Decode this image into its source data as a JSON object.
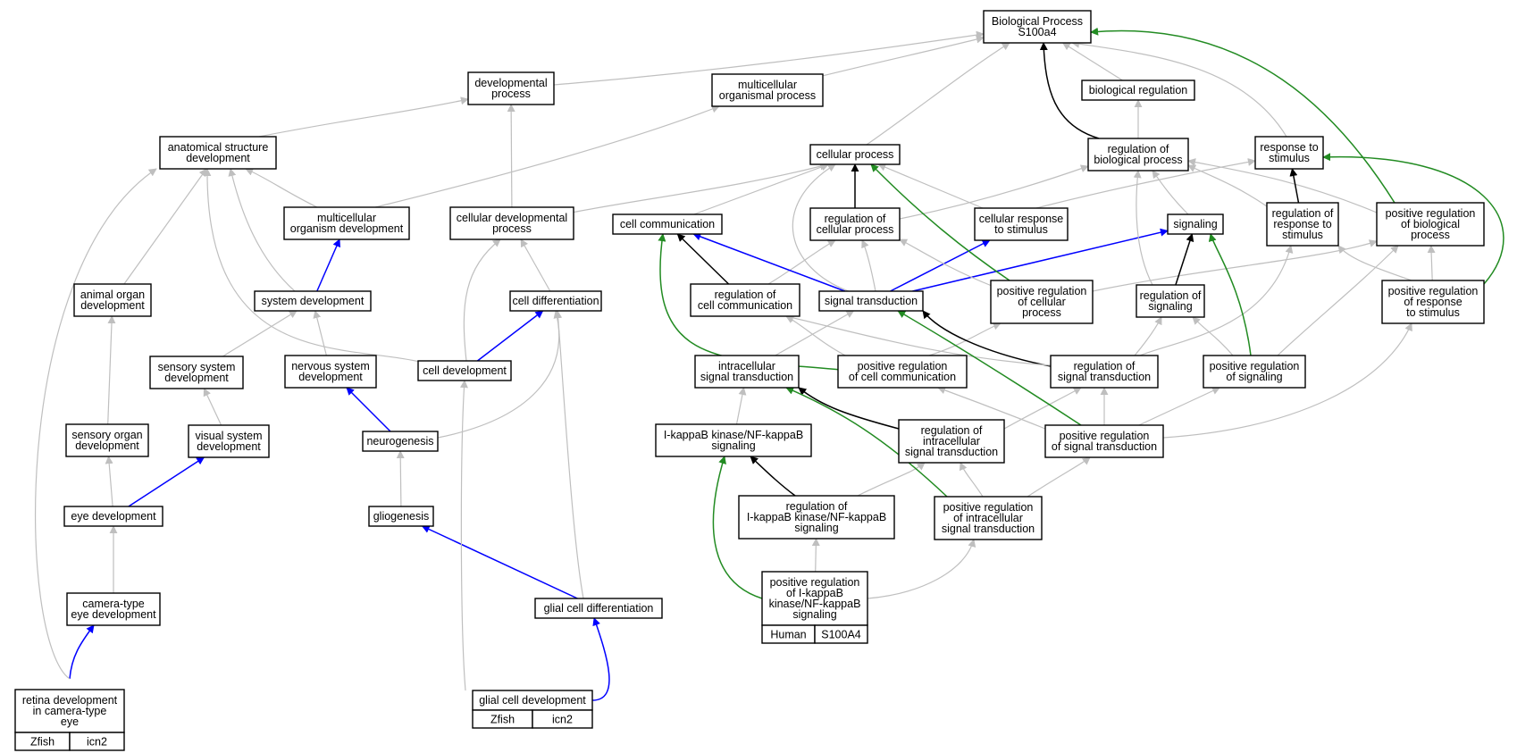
{
  "colors": {
    "is_a": "#bfbfbf",
    "part_of": "#0000ff",
    "regulates": "#000000",
    "positively_regulates": "#228b22",
    "zfish_cell": "#6495ed",
    "human_cell": "#f0604a"
  },
  "nodes": [
    {
      "id": "bp",
      "lines": [
        "Biological Process",
        "S100a4"
      ]
    },
    {
      "id": "devproc",
      "lines": [
        "developmental",
        "process"
      ]
    },
    {
      "id": "multiorg",
      "lines": [
        "multicellular",
        "organismal process"
      ]
    },
    {
      "id": "biolreg",
      "lines": [
        "biological regulation"
      ]
    },
    {
      "id": "anatdev",
      "lines": [
        "anatomical structure",
        "development"
      ]
    },
    {
      "id": "cellproc",
      "lines": [
        "cellular process"
      ]
    },
    {
      "id": "regbio",
      "lines": [
        "regulation of",
        "biological process"
      ]
    },
    {
      "id": "resp",
      "lines": [
        "response to",
        "stimulus"
      ]
    },
    {
      "id": "multiorgdev",
      "lines": [
        "multicellular",
        "organism development"
      ]
    },
    {
      "id": "celldevproc",
      "lines": [
        "cellular developmental",
        "process"
      ]
    },
    {
      "id": "cellcomm",
      "lines": [
        "cell communication"
      ]
    },
    {
      "id": "regcellproc",
      "lines": [
        "regulation of",
        "cellular process"
      ]
    },
    {
      "id": "cellresp",
      "lines": [
        "cellular response",
        "to stimulus"
      ]
    },
    {
      "id": "signaling",
      "lines": [
        "signaling"
      ]
    },
    {
      "id": "regresp",
      "lines": [
        "regulation of",
        "response to",
        "stimulus"
      ]
    },
    {
      "id": "posregbio",
      "lines": [
        "positive regulation",
        "of biological",
        "process"
      ]
    },
    {
      "id": "animorg",
      "lines": [
        "animal organ",
        "development"
      ]
    },
    {
      "id": "sysdev",
      "lines": [
        "system development"
      ]
    },
    {
      "id": "celldiff",
      "lines": [
        "cell differentiation"
      ]
    },
    {
      "id": "regcellcomm",
      "lines": [
        "regulation of",
        "cell communication"
      ]
    },
    {
      "id": "sigtrans",
      "lines": [
        "signal transduction"
      ]
    },
    {
      "id": "posregcellproc",
      "lines": [
        "positive regulation",
        "of cellular",
        "process"
      ]
    },
    {
      "id": "regsig",
      "lines": [
        "regulation of",
        "signaling"
      ]
    },
    {
      "id": "posregresp",
      "lines": [
        "positive regulation",
        "of response",
        "to stimulus"
      ]
    },
    {
      "id": "sensys",
      "lines": [
        "sensory system",
        "development"
      ]
    },
    {
      "id": "nervsys",
      "lines": [
        "nervous system",
        "development"
      ]
    },
    {
      "id": "celldev",
      "lines": [
        "cell development"
      ]
    },
    {
      "id": "intrasig",
      "lines": [
        "intracellular",
        "signal transduction"
      ]
    },
    {
      "id": "posregcellcomm",
      "lines": [
        "positive regulation",
        "of cell communication"
      ]
    },
    {
      "id": "regsigtrans",
      "lines": [
        "regulation of",
        "signal transduction"
      ]
    },
    {
      "id": "posregsig",
      "lines": [
        "positive regulation",
        "of signaling"
      ]
    },
    {
      "id": "sensorg",
      "lines": [
        "sensory organ",
        "development"
      ]
    },
    {
      "id": "vissys",
      "lines": [
        "visual system",
        "development"
      ]
    },
    {
      "id": "neurog",
      "lines": [
        "neurogenesis"
      ]
    },
    {
      "id": "ikk",
      "lines": [
        "I-kappaB kinase/NF-kappaB",
        "signaling"
      ]
    },
    {
      "id": "regintra",
      "lines": [
        "regulation of",
        "intracellular",
        "signal transduction"
      ]
    },
    {
      "id": "posregsigtrans",
      "lines": [
        "positive regulation",
        "of signal transduction"
      ]
    },
    {
      "id": "eyedev",
      "lines": [
        "eye development"
      ]
    },
    {
      "id": "gliog",
      "lines": [
        "gliogenesis"
      ]
    },
    {
      "id": "regikk",
      "lines": [
        "regulation of",
        "I-kappaB kinase/NF-kappaB",
        "signaling"
      ]
    },
    {
      "id": "posregintra",
      "lines": [
        "positive regulation",
        "of intracellular",
        "signal transduction"
      ]
    },
    {
      "id": "camera",
      "lines": [
        "camera-type",
        "eye development"
      ]
    },
    {
      "id": "glialdiff",
      "lines": [
        "glial cell differentiation"
      ]
    },
    {
      "id": "posregikk",
      "lines": [
        "positive regulation",
        "of I-kappaB",
        "kinase/NF-kappaB",
        "signaling"
      ],
      "tags": [
        {
          "label": "Human",
          "kind": "human_cell"
        },
        {
          "label": "S100A4",
          "kind": "human_cell"
        }
      ]
    },
    {
      "id": "retina",
      "lines": [
        "retina development",
        "in camera-type",
        "eye"
      ],
      "tags": [
        {
          "label": "Zfish",
          "kind": "zfish_cell"
        },
        {
          "label": "icn2",
          "kind": "zfish_cell"
        }
      ]
    },
    {
      "id": "glialdev",
      "lines": [
        "glial cell development"
      ],
      "tags": [
        {
          "label": "Zfish",
          "kind": "zfish_cell"
        },
        {
          "label": "icn2",
          "kind": "zfish_cell"
        }
      ]
    }
  ],
  "edges": [
    {
      "from": "devproc",
      "to": "bp",
      "kind": "is_a"
    },
    {
      "from": "multiorg",
      "to": "bp",
      "kind": "is_a"
    },
    {
      "from": "biolreg",
      "to": "bp",
      "kind": "is_a"
    },
    {
      "from": "cellproc",
      "to": "bp",
      "kind": "is_a"
    },
    {
      "from": "regbio",
      "to": "bp",
      "kind": "regulates"
    },
    {
      "from": "regbio",
      "to": "biolreg",
      "kind": "is_a"
    },
    {
      "from": "resp",
      "to": "bp",
      "kind": "is_a"
    },
    {
      "from": "posregbio",
      "to": "bp",
      "kind": "positively_regulates"
    },
    {
      "from": "posregbio",
      "to": "regbio",
      "kind": "is_a"
    },
    {
      "from": "anatdev",
      "to": "devproc",
      "kind": "is_a"
    },
    {
      "from": "multiorgdev",
      "to": "multiorg",
      "kind": "is_a"
    },
    {
      "from": "multiorgdev",
      "to": "anatdev",
      "kind": "is_a"
    },
    {
      "from": "celldevproc",
      "to": "devproc",
      "kind": "is_a"
    },
    {
      "from": "celldevproc",
      "to": "cellproc",
      "kind": "is_a"
    },
    {
      "from": "cellcomm",
      "to": "cellproc",
      "kind": "is_a"
    },
    {
      "from": "regcellproc",
      "to": "cellproc",
      "kind": "regulates"
    },
    {
      "from": "regcellproc",
      "to": "regbio",
      "kind": "is_a"
    },
    {
      "from": "cellresp",
      "to": "cellproc",
      "kind": "is_a"
    },
    {
      "from": "cellresp",
      "to": "resp",
      "kind": "is_a"
    },
    {
      "from": "signaling",
      "to": "regbio",
      "kind": "is_a"
    },
    {
      "from": "regresp",
      "to": "resp",
      "kind": "regulates"
    },
    {
      "from": "regresp",
      "to": "regbio",
      "kind": "is_a"
    },
    {
      "from": "posregresp",
      "to": "resp",
      "kind": "positively_regulates"
    },
    {
      "from": "posregresp",
      "to": "regresp",
      "kind": "is_a"
    },
    {
      "from": "posregresp",
      "to": "posregbio",
      "kind": "is_a"
    },
    {
      "from": "animorg",
      "to": "anatdev",
      "kind": "is_a"
    },
    {
      "from": "sysdev",
      "to": "anatdev",
      "kind": "is_a"
    },
    {
      "from": "sysdev",
      "to": "multiorgdev",
      "kind": "part_of"
    },
    {
      "from": "celldiff",
      "to": "celldevproc",
      "kind": "is_a"
    },
    {
      "from": "regcellcomm",
      "to": "cellcomm",
      "kind": "regulates"
    },
    {
      "from": "regcellcomm",
      "to": "regcellproc",
      "kind": "is_a"
    },
    {
      "from": "sigtrans",
      "to": "cellcomm",
      "kind": "part_of"
    },
    {
      "from": "sigtrans",
      "to": "cellresp",
      "kind": "part_of"
    },
    {
      "from": "sigtrans",
      "to": "signaling",
      "kind": "part_of"
    },
    {
      "from": "sigtrans",
      "to": "cellproc",
      "kind": "is_a"
    },
    {
      "from": "sigtrans",
      "to": "regcellproc",
      "kind": "is_a"
    },
    {
      "from": "posregcellproc",
      "to": "cellproc",
      "kind": "positively_regulates"
    },
    {
      "from": "posregcellproc",
      "to": "regcellproc",
      "kind": "is_a"
    },
    {
      "from": "posregcellproc",
      "to": "posregbio",
      "kind": "is_a"
    },
    {
      "from": "regsig",
      "to": "signaling",
      "kind": "regulates"
    },
    {
      "from": "regsig",
      "to": "regbio",
      "kind": "is_a"
    },
    {
      "from": "sensys",
      "to": "sysdev",
      "kind": "is_a"
    },
    {
      "from": "nervsys",
      "to": "sysdev",
      "kind": "is_a"
    },
    {
      "from": "celldev",
      "to": "celldevproc",
      "kind": "is_a"
    },
    {
      "from": "celldev",
      "to": "celldiff",
      "kind": "part_of"
    },
    {
      "from": "celldev",
      "to": "anatdev",
      "kind": "is_a"
    },
    {
      "from": "intrasig",
      "to": "sigtrans",
      "kind": "is_a"
    },
    {
      "from": "posregcellcomm",
      "to": "cellcomm",
      "kind": "positively_regulates"
    },
    {
      "from": "posregcellcomm",
      "to": "regcellcomm",
      "kind": "is_a"
    },
    {
      "from": "posregcellcomm",
      "to": "posregcellproc",
      "kind": "is_a"
    },
    {
      "from": "regsigtrans",
      "to": "sigtrans",
      "kind": "regulates"
    },
    {
      "from": "regsigtrans",
      "to": "regsig",
      "kind": "is_a"
    },
    {
      "from": "regsigtrans",
      "to": "regcellcomm",
      "kind": "is_a"
    },
    {
      "from": "regsigtrans",
      "to": "regresp",
      "kind": "is_a"
    },
    {
      "from": "posregsig",
      "to": "signaling",
      "kind": "positively_regulates"
    },
    {
      "from": "posregsig",
      "to": "regsig",
      "kind": "is_a"
    },
    {
      "from": "posregsig",
      "to": "posregbio",
      "kind": "is_a"
    },
    {
      "from": "sensorg",
      "to": "animorg",
      "kind": "is_a"
    },
    {
      "from": "vissys",
      "to": "sensys",
      "kind": "is_a"
    },
    {
      "from": "neurog",
      "to": "nervsys",
      "kind": "part_of"
    },
    {
      "from": "neurog",
      "to": "celldiff",
      "kind": "is_a"
    },
    {
      "from": "ikk",
      "to": "intrasig",
      "kind": "is_a"
    },
    {
      "from": "regintra",
      "to": "intrasig",
      "kind": "regulates"
    },
    {
      "from": "regintra",
      "to": "regsigtrans",
      "kind": "is_a"
    },
    {
      "from": "posregsigtrans",
      "to": "sigtrans",
      "kind": "positively_regulates"
    },
    {
      "from": "posregsigtrans",
      "to": "regsigtrans",
      "kind": "is_a"
    },
    {
      "from": "posregsigtrans",
      "to": "posregsig",
      "kind": "is_a"
    },
    {
      "from": "posregsigtrans",
      "to": "posregcellcomm",
      "kind": "is_a"
    },
    {
      "from": "posregsigtrans",
      "to": "posregresp",
      "kind": "is_a"
    },
    {
      "from": "eyedev",
      "to": "sensorg",
      "kind": "is_a"
    },
    {
      "from": "eyedev",
      "to": "vissys",
      "kind": "part_of"
    },
    {
      "from": "gliog",
      "to": "neurog",
      "kind": "is_a"
    },
    {
      "from": "regikk",
      "to": "ikk",
      "kind": "regulates"
    },
    {
      "from": "regikk",
      "to": "regintra",
      "kind": "is_a"
    },
    {
      "from": "posregintra",
      "to": "intrasig",
      "kind": "positively_regulates"
    },
    {
      "from": "posregintra",
      "to": "regintra",
      "kind": "is_a"
    },
    {
      "from": "posregintra",
      "to": "posregsigtrans",
      "kind": "is_a"
    },
    {
      "from": "camera",
      "to": "eyedev",
      "kind": "is_a"
    },
    {
      "from": "glialdiff",
      "to": "gliog",
      "kind": "part_of"
    },
    {
      "from": "glialdiff",
      "to": "celldiff",
      "kind": "is_a"
    },
    {
      "from": "posregikk",
      "to": "ikk",
      "kind": "positively_regulates"
    },
    {
      "from": "posregikk",
      "to": "regikk",
      "kind": "is_a"
    },
    {
      "from": "posregikk",
      "to": "posregintra",
      "kind": "is_a"
    },
    {
      "from": "retina",
      "to": "camera",
      "kind": "part_of"
    },
    {
      "from": "retina",
      "to": "anatdev",
      "kind": "is_a"
    },
    {
      "from": "glialdev",
      "to": "glialdiff",
      "kind": "part_of"
    },
    {
      "from": "glialdev",
      "to": "celldev",
      "kind": "is_a"
    }
  ]
}
